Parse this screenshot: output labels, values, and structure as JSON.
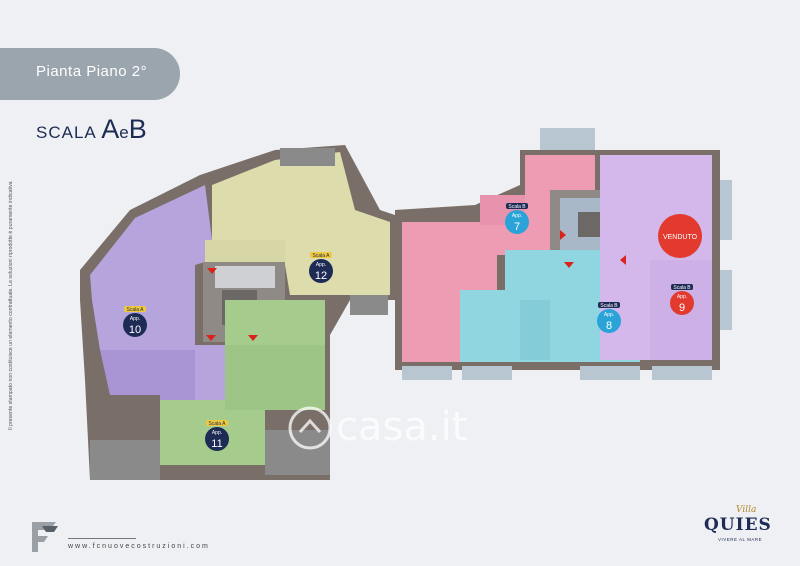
{
  "header": {
    "title": "Pianta Piano 2°",
    "scala_prefix": "SCALA",
    "scala_letters": "AeB",
    "scala_a": "A",
    "scala_e": "e",
    "scala_b": "B"
  },
  "disclaimer": "Il presente stampato non costituisce un elemento contrattuale. Le soluzioni riprodotte è puramente indicativa",
  "apartments": [
    {
      "scala": "Scala A",
      "app": "App.",
      "number": "10"
    },
    {
      "scala": "Scala A",
      "app": "App.",
      "number": "11"
    },
    {
      "scala": "Scala A",
      "app": "App.",
      "number": "12"
    },
    {
      "scala": "Scala B",
      "app": "App.",
      "number": "7"
    },
    {
      "scala": "Scala B",
      "app": "App.",
      "number": "8"
    },
    {
      "scala": "Scala B",
      "app": "App.",
      "number": "9"
    }
  ],
  "sold_label": "VENDUTO",
  "watermark": "casa.it",
  "footer": {
    "url": "www.fcnuovecostruzioni.com"
  },
  "logo": {
    "villa": "Villa",
    "quies": "QUIES",
    "tagline": "VIVERE AL MARE"
  },
  "colors": {
    "purple": "#b6a4dd",
    "yellow": "#dcdcac",
    "green": "#a5cc8c",
    "pink": "#ee9cb4",
    "cyan": "#8fd6e0",
    "lavender": "#d4b8ec",
    "sold": "#e23a2e",
    "badge": "#1d2b55",
    "badge_b": "#2aa3d8"
  }
}
